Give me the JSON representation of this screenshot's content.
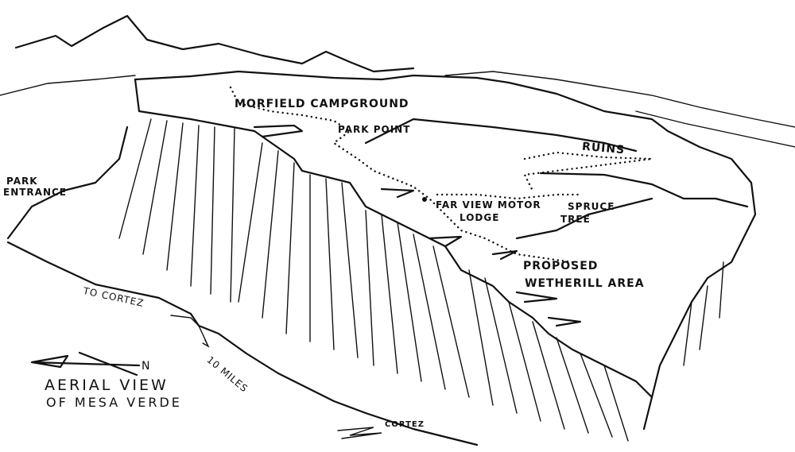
{
  "title": {
    "line1": "AERIAL VIEW",
    "line2": "OF MESA VERDE"
  },
  "compass": {
    "label": "N"
  },
  "labels": {
    "morfield": "MORFIELD CAMPGROUND",
    "park_point": "PARK POINT",
    "ruins": "RUINS",
    "park_entrance_1": "PARK",
    "park_entrance_2": "ENTRANCE",
    "far_view_1": "FAR VIEW MOTOR",
    "far_view_2": "LODGE",
    "spruce_1": "SPRUCE",
    "spruce_2": "TREE",
    "wetherill_1": "PROPOSED",
    "wetherill_2": "WETHERILL AREA",
    "to_cortez": "TO CORTEZ",
    "ten_miles": "10 MILES",
    "cortez": "CORTEZ"
  }
}
